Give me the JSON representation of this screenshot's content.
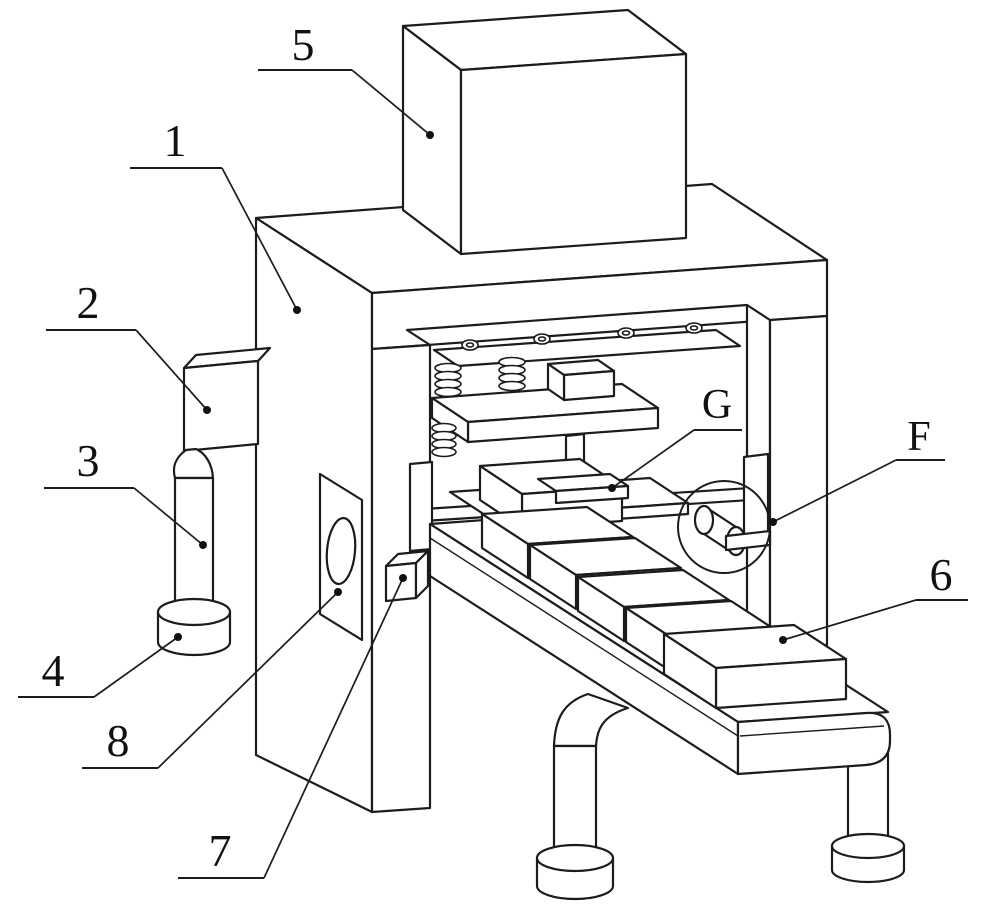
{
  "figure": {
    "kind": "patent-style isometric line drawing of a pressing/packing machine with conveyor",
    "colors": {
      "background": "#ffffff",
      "line": "#1c1c1c",
      "text": "#111111"
    },
    "labels": {
      "l1": "1",
      "l2": "2",
      "l3": "3",
      "l4": "4",
      "l5": "5",
      "l6": "6",
      "l7": "7",
      "l8": "8",
      "lF": "F",
      "lG": "G"
    }
  }
}
